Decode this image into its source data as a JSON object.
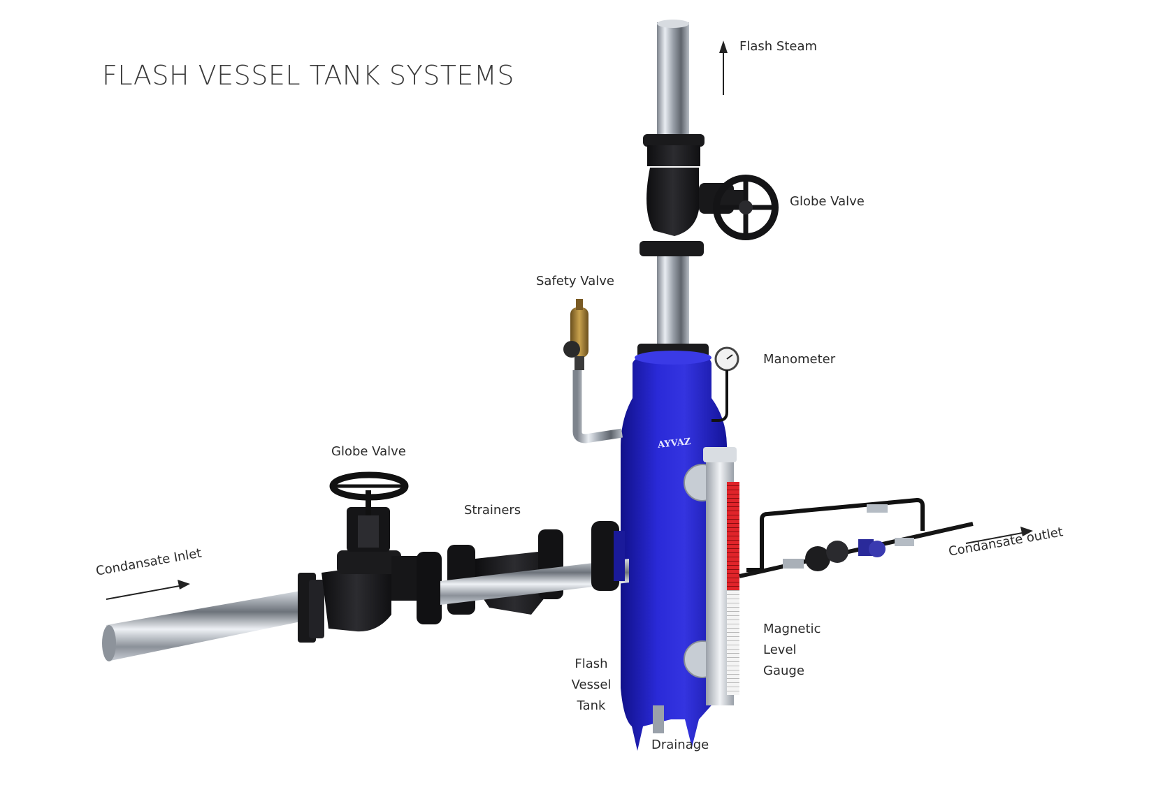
{
  "title": "FLASH VESSEL TANK SYSTEMS",
  "labels": {
    "flash_steam": "Flash Steam",
    "globe_valve_top": "Globe Valve",
    "safety_valve": "Safety Valve",
    "manometer": "Manometer",
    "globe_valve_left": "Globe Valve",
    "strainers": "Strainers",
    "condensate_inlet": "Condansate Inlet",
    "condensate_outlet": "Condansate outlet",
    "flash_vessel_tank": [
      "Flash",
      "Vessel",
      "Tank"
    ],
    "magnetic_level_gauge": [
      "Magnetic",
      "Level",
      "Gauge"
    ],
    "drainage": "Drainage",
    "brand": "AYVAZ"
  },
  "colors": {
    "vessel": "#2424c8",
    "pipe": "#b9bec6",
    "valve": "#1d1d1f",
    "gauge_red": "#e0242a",
    "brass": "#9c7a34"
  }
}
